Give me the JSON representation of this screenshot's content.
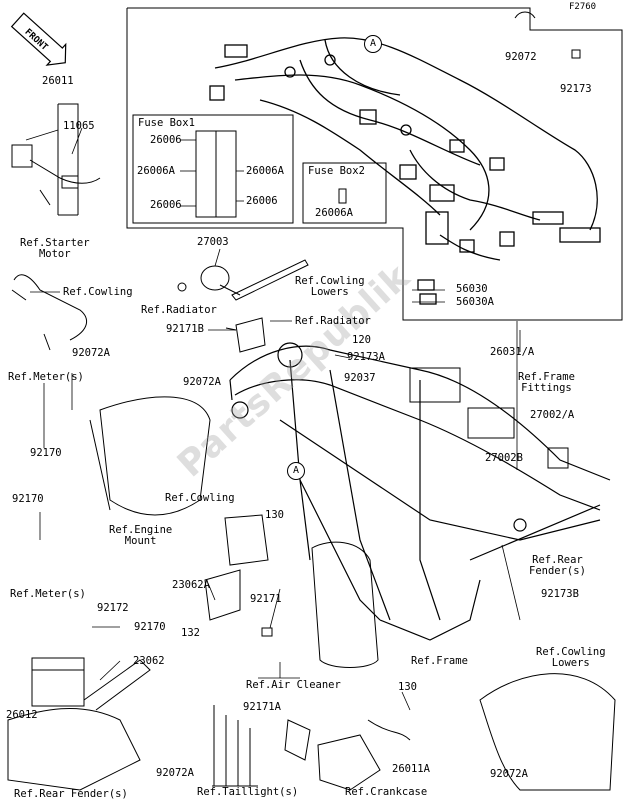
{
  "figure_code": "F2760",
  "front_label": "FRONT",
  "watermark": "PartsRepublik",
  "fuse_box1": {
    "title": "Fuse Box1",
    "parts": [
      "26006",
      "26006A",
      "26006A",
      "26006",
      "26006"
    ]
  },
  "fuse_box2": {
    "title": "Fuse Box2",
    "parts": [
      "26006A"
    ]
  },
  "circle_ref": "A",
  "part_numbers": {
    "p26011": "26011",
    "p11065": "11065",
    "p27003": "27003",
    "p92171B": "92171B",
    "p92072A_a": "92072A",
    "p92072A_b": "92072A",
    "p92072A_c": "92072A",
    "p92072A_d": "92072A",
    "p92170_a": "92170",
    "p92170_b": "92170",
    "p92170_c": "92170",
    "p120": "120",
    "p92173A": "92173A",
    "p92037": "92037",
    "p130_a": "130",
    "p130_b": "130",
    "p23062A": "23062A",
    "p132": "132",
    "p92171": "92171",
    "p92172": "92172",
    "p23062": "23062",
    "p26012": "26012",
    "p92171A": "92171A",
    "p26011A": "26011A",
    "p92072": "92072",
    "p92173": "92173",
    "p56030": "56030",
    "p56030A": "56030A",
    "p26031A": "26031/A",
    "p27002A": "27002/A",
    "p27002B": "27002B",
    "p92173B": "92173B"
  },
  "references": {
    "starter_motor": "Ref.Starter\nMotor",
    "cowling_top": "Ref.Cowling",
    "cowling_lowers_top": "Ref.Cowling\nLowers",
    "radiator_a": "Ref.Radiator",
    "radiator_b": "Ref.Radiator",
    "meters_top": "Ref.Meter(s)",
    "meters_bottom": "Ref.Meter(s)",
    "frame_fittings": "Ref.Frame\nFittings",
    "cowling_mid": "Ref.Cowling",
    "engine_mount": "Ref.Engine\nMount",
    "rear_fender_right": "Ref.Rear\nFender(s)",
    "frame": "Ref.Frame",
    "air_cleaner": "Ref.Air Cleaner",
    "cowling_lowers_bottom": "Ref.Cowling\nLowers",
    "rear_fender_left": "Ref.Rear Fender(s)",
    "taillights": "Ref.Taillight(s)",
    "crankcase": "Ref.Crankcase"
  }
}
